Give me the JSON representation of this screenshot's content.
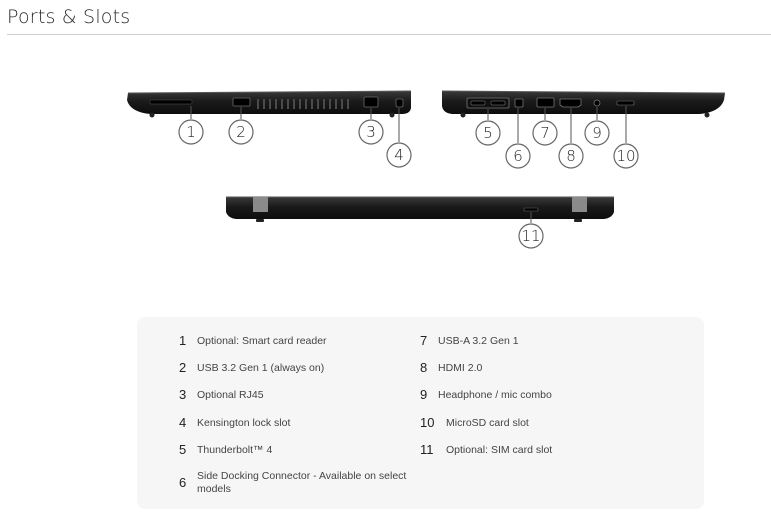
{
  "page": {
    "title": "Ports & Slots"
  },
  "callouts": [
    "1",
    "2",
    "3",
    "4",
    "5",
    "6",
    "7",
    "8",
    "9",
    "10",
    "11"
  ],
  "legend": {
    "items": [
      {
        "num": "1",
        "label": "Optional: Smart card reader"
      },
      {
        "num": "2",
        "label": "USB 3.2 Gen 1 (always on)"
      },
      {
        "num": "3",
        "label": "Optional RJ45"
      },
      {
        "num": "4",
        "label": "Kensington lock slot"
      },
      {
        "num": "5",
        "label": "Thunderbolt™ 4"
      },
      {
        "num": "6",
        "label": "Side Docking Connector - Available on select models"
      },
      {
        "num": "7",
        "label": "USB-A 3.2 Gen 1"
      },
      {
        "num": "8",
        "label": "HDMI 2.0"
      },
      {
        "num": "9",
        "label": "Headphone / mic combo"
      },
      {
        "num": "10",
        "label": "MicroSD card slot"
      },
      {
        "num": "11",
        "label": "Optional: SIM card slot"
      }
    ]
  }
}
